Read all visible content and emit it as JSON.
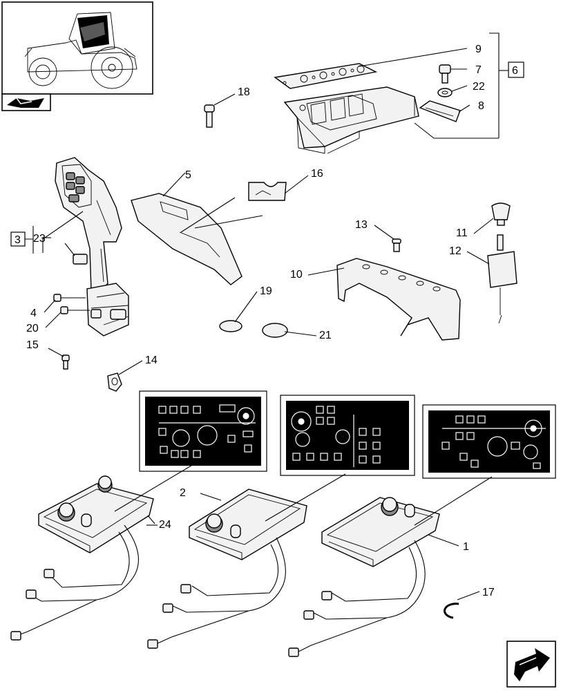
{
  "callouts": {
    "c1": "1",
    "c2": "2",
    "c3": "3",
    "c4": "4",
    "c5": "5",
    "c6": "6",
    "c7": "7",
    "c8": "8",
    "c9": "9",
    "c10": "10",
    "c11": "11",
    "c12": "12",
    "c13": "13",
    "c14": "14",
    "c15": "15",
    "c16": "16",
    "c17": "17",
    "c18": "18",
    "c19": "19",
    "c20": "20",
    "c21": "21",
    "c22": "22",
    "c23": "23",
    "c24": "24"
  },
  "icons": {
    "tractor_thumbnail": "tractor-cab-highlight-icon",
    "book_marker": "book-arrow-icon",
    "next_page": "next-page-arrow-icon"
  },
  "colors": {
    "line": "#000000",
    "panel_background": "#000000",
    "panel_symbols": "#ffffff",
    "part_fill": "#f2f2f2"
  }
}
